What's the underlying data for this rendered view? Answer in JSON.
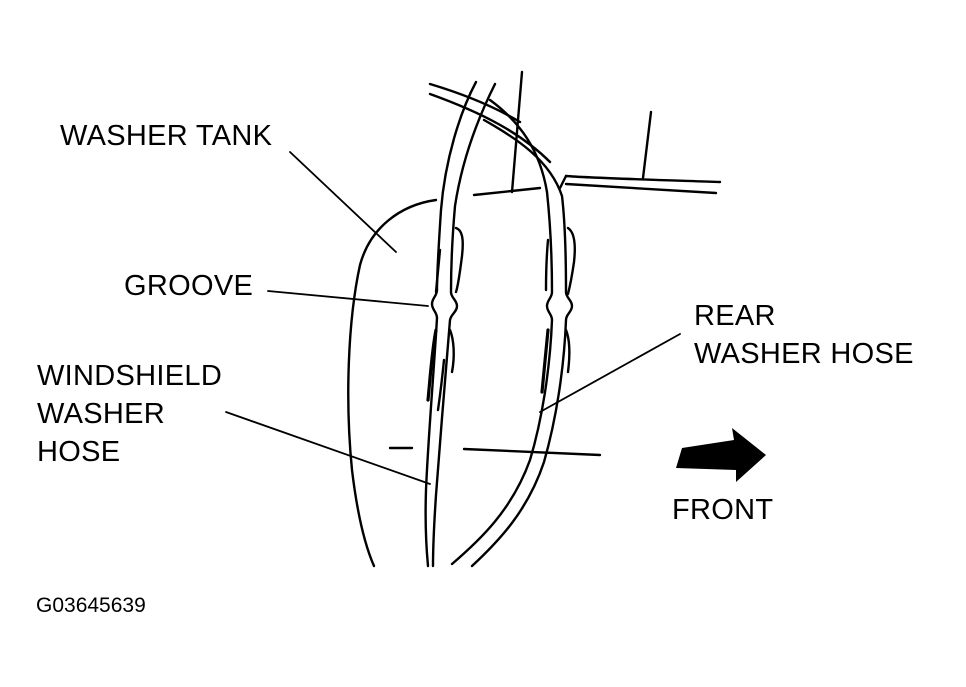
{
  "labels": {
    "washer_tank": "WASHER TANK",
    "groove": "GROOVE",
    "windshield_washer_hose_line1": "WINDSHIELD",
    "windshield_washer_hose_line2": "WASHER",
    "windshield_washer_hose_line3": "HOSE",
    "rear_washer_hose_line1": "REAR",
    "rear_washer_hose_line2": "WASHER HOSE",
    "front": "FRONT",
    "figure_id": "G03645639"
  },
  "icons": {
    "direction_arrow": "arrow-right-icon"
  },
  "colors": {
    "ink": "#000000",
    "paper": "#ffffff"
  }
}
